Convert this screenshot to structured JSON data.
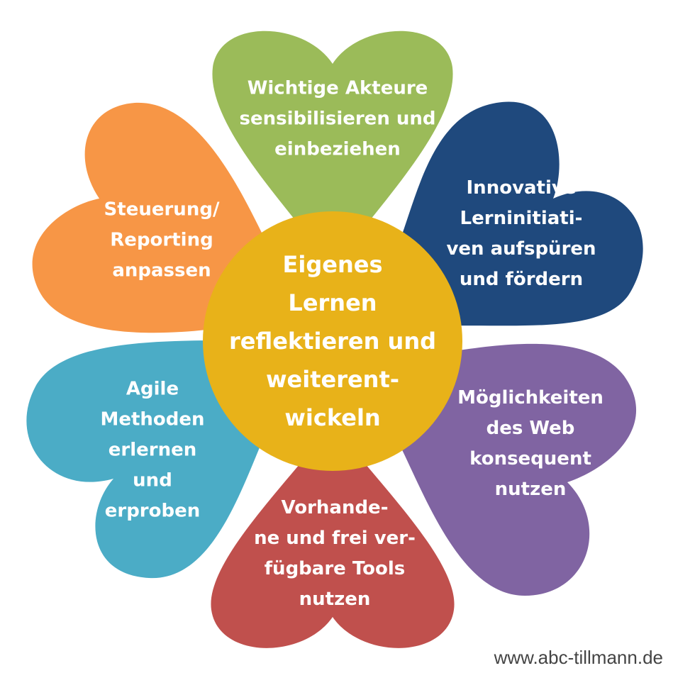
{
  "colors": {
    "green": "#9bbb59",
    "navy": "#1f497d",
    "purple": "#8064a2",
    "red": "#c0504d",
    "teal": "#4bacc6",
    "orange": "#f79646",
    "center": "#e8b219"
  },
  "petals": [
    {
      "id": "top",
      "color": "green",
      "lines": [
        "Wichtige Akteure",
        "sensibilisieren und",
        "einbeziehen"
      ]
    },
    {
      "id": "upper-right",
      "color": "navy",
      "lines": [
        "Innovative",
        "Lerninitiati-",
        "ven aufspüren",
        "und fördern"
      ]
    },
    {
      "id": "lower-right",
      "color": "purple",
      "lines": [
        "Möglichkeiten",
        "des Web",
        "konsequent",
        "nutzen"
      ]
    },
    {
      "id": "bottom",
      "color": "red",
      "lines": [
        "Vorhande-",
        "ne und frei ver-",
        "fügbare Tools",
        "nutzen"
      ]
    },
    {
      "id": "lower-left",
      "color": "teal",
      "lines": [
        "Agile",
        "Methoden",
        "erlernen",
        "und",
        "erproben"
      ]
    },
    {
      "id": "upper-left",
      "color": "orange",
      "lines": [
        "Steuerung/",
        "Reporting",
        "anpassen"
      ]
    }
  ],
  "center": {
    "lines": [
      "Eigenes",
      "Lernen",
      "reflektieren und",
      "weiterent-",
      "wickeln"
    ]
  },
  "footer": {
    "url": "www.abc-tillmann.de"
  }
}
